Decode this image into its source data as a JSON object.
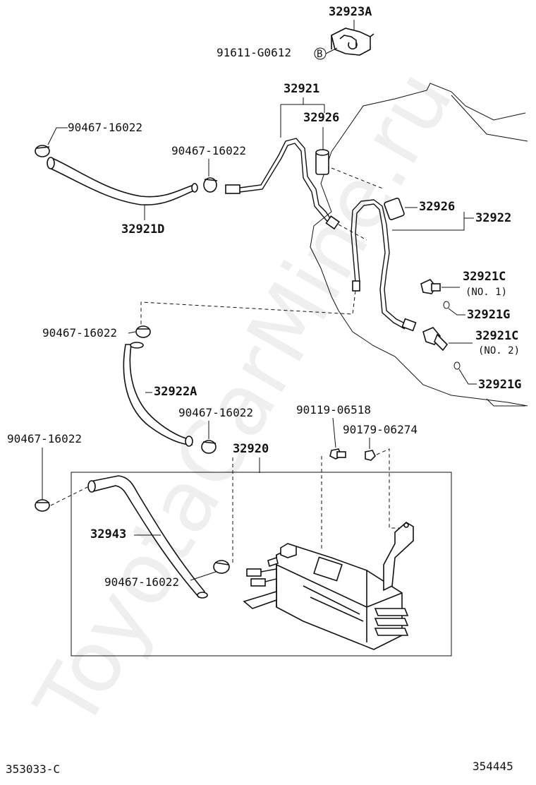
{
  "diagram": {
    "watermark": "ToyotaCarMine.ru",
    "figure_code_left": "353033-C",
    "figure_code_right": "354445",
    "callout_letter": "B",
    "parts": {
      "p32923A": "32923A",
      "p91611": "91611-G0612",
      "p32921": "32921",
      "p32926a": "32926",
      "p32926b": "32926",
      "p32922": "32922",
      "p90467_a": "90467-16022",
      "p90467_b": "90467-16022",
      "p32921D": "32921D",
      "p32921C_1": "32921C",
      "no1": "(NO. 1)",
      "p32921G_1": "32921G",
      "p32921C_2": "32921C",
      "no2": "(NO. 2)",
      "p32921G_2": "32921G",
      "p90467_c": "90467-16022",
      "p32922A": "32922A",
      "p90467_d": "90467-16022",
      "p90119": "90119-06518",
      "p90179": "90179-06274",
      "p90467_e": "90467-16022",
      "p32920": "32920",
      "p32943": "32943",
      "p90467_f": "90467-16022"
    }
  }
}
